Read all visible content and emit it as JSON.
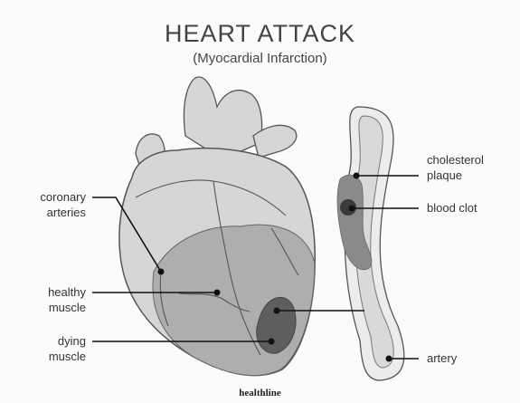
{
  "title": "HEART ATTACK",
  "subtitle": "(Myocardial Infarction)",
  "labels": {
    "coronary_arteries": [
      "coronary",
      "arteries"
    ],
    "healthy_muscle": [
      "healthy",
      "muscle"
    ],
    "dying_muscle": [
      "dying",
      "muscle"
    ],
    "cholesterol_plaque": [
      "cholesterol",
      "plaque"
    ],
    "blood_clot": "blood clot",
    "artery": "artery"
  },
  "brand": "healthline",
  "colors": {
    "heart_fill": "#d6d6d6",
    "healthy_muscle_fill": "#aeaeae",
    "dying_muscle_fill": "#5e5e5e",
    "plaque_fill": "#8a8a8a",
    "clot_fill": "#3a3a3a",
    "artery_fill": "#d9d9d9",
    "leader_line": "#111111"
  }
}
